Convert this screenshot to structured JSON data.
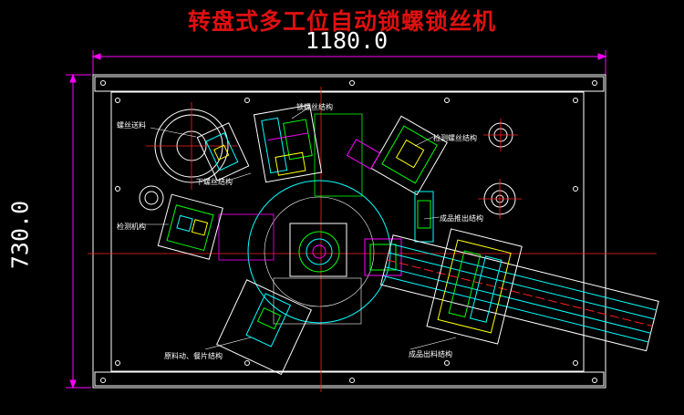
{
  "title": "转盘式多工位自动锁螺锁丝机",
  "dimensions": {
    "width": "1180.0",
    "height": "730.0"
  },
  "labels": {
    "screw_feeder": "螺丝送料",
    "lower_screw": "下螺丝结构",
    "screw_locking": "锁螺丝结构",
    "inspect_screw": "检测螺丝结构",
    "inspect_mech": "检测机构",
    "product_out": "成品推出结构",
    "raw_feed": "原料动、餐片结构",
    "product_discharge": "成品出料结构"
  },
  "colors": {
    "background": "#000000",
    "title": "#e01010",
    "dimension": "#ff00ff",
    "frame": "#ffffff",
    "centerline": "#ff2020",
    "part_cyan": "#00ffff",
    "part_green": "#00ff00",
    "part_yellow": "#ffff00",
    "part_magenta": "#ff00ff"
  }
}
